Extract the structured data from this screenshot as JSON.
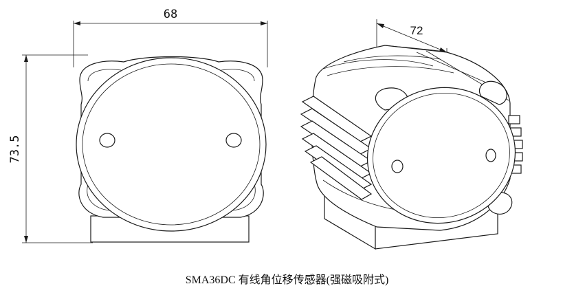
{
  "front_view": {
    "width_dimension": "68",
    "height_dimension": "73.5"
  },
  "iso_view": {
    "depth_dimension": "72"
  },
  "caption": "SMA36DC 有线角位移传感器(强磁吸附式)"
}
